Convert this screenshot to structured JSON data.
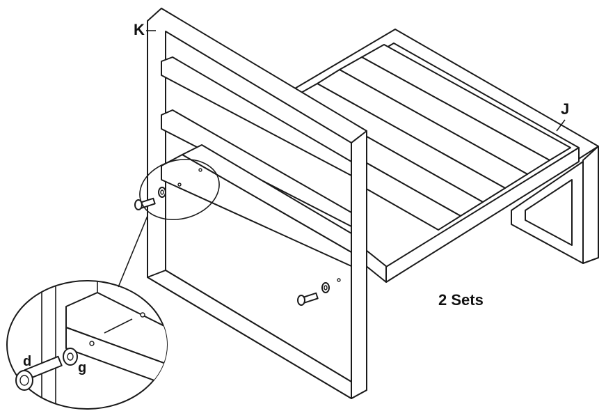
{
  "labels": {
    "part_k": "K",
    "part_j": "J",
    "bolt": "d",
    "washer": "g"
  },
  "caption": "2 Sets",
  "colors": {
    "line": "#1a1a1a",
    "paper": "#ffffff"
  }
}
